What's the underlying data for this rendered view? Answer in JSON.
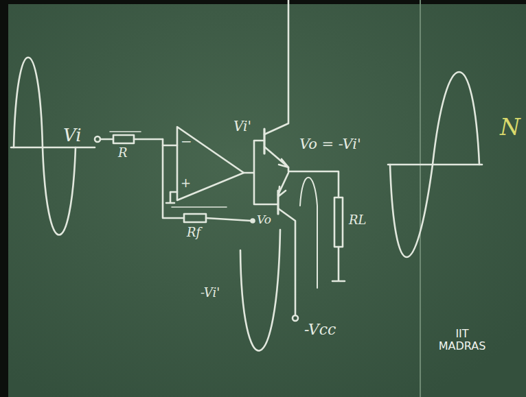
{
  "diagram": {
    "labels": [
      "Vi",
      "R",
      "−",
      "+",
      "Vi'",
      "Vo = -Vi'",
      "Rf",
      "Vo",
      "RL",
      "-Vi'",
      "-Vcc",
      "IIT MADRAS",
      "N"
    ]
  }
}
